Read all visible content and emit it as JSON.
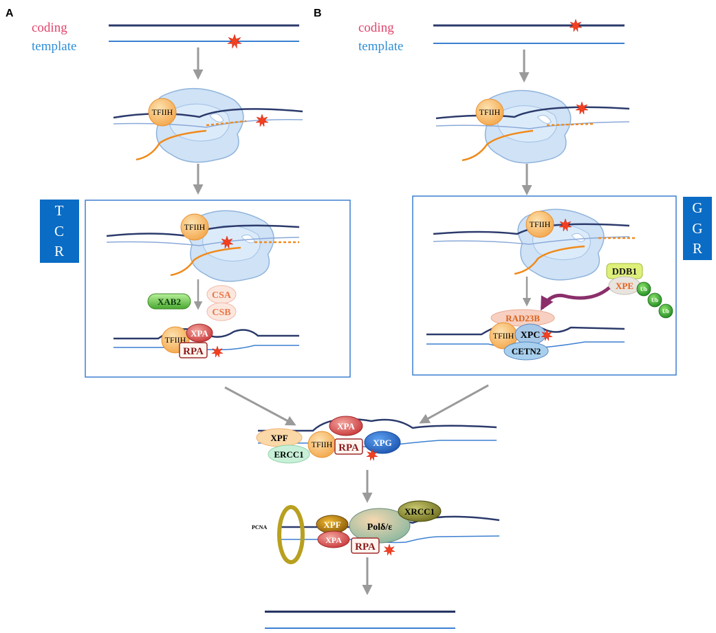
{
  "panels": {
    "a": "A",
    "b": "B"
  },
  "strands": {
    "coding": "coding",
    "template": "template"
  },
  "pathways": {
    "tcr": [
      "T",
      "C",
      "R"
    ],
    "ggr": [
      "G",
      "G",
      "R"
    ]
  },
  "proteins": {
    "tfiih": "TFIIH",
    "xab2": "XAB2",
    "csa": "CSA",
    "csb": "CSB",
    "xpa": "XPA",
    "rpa": "RPA",
    "ddb1": "DDB1",
    "xpe": "XPE",
    "ub": "Ub",
    "rad23b": "RAD23B",
    "xpc": "XPC",
    "cetn2": "CETN2",
    "xpf": "XPF",
    "ercc1": "ERCC1",
    "xpg": "XPG",
    "pcna": "PCNA",
    "pol": "Polδ/ε",
    "xrcc1": "XRCC1"
  },
  "colors": {
    "coding_label": "#e0456a",
    "template_label": "#2f8fd6",
    "coding_strand": "#2b3a6b",
    "template_strand": "#3a7fd0",
    "rna": "#f08a1a",
    "box_border": "#3b7ed1",
    "pathway_box": "#0a6cc4",
    "arrow": "#9a9a9a",
    "ub_arrow": "#8b2f6b"
  }
}
